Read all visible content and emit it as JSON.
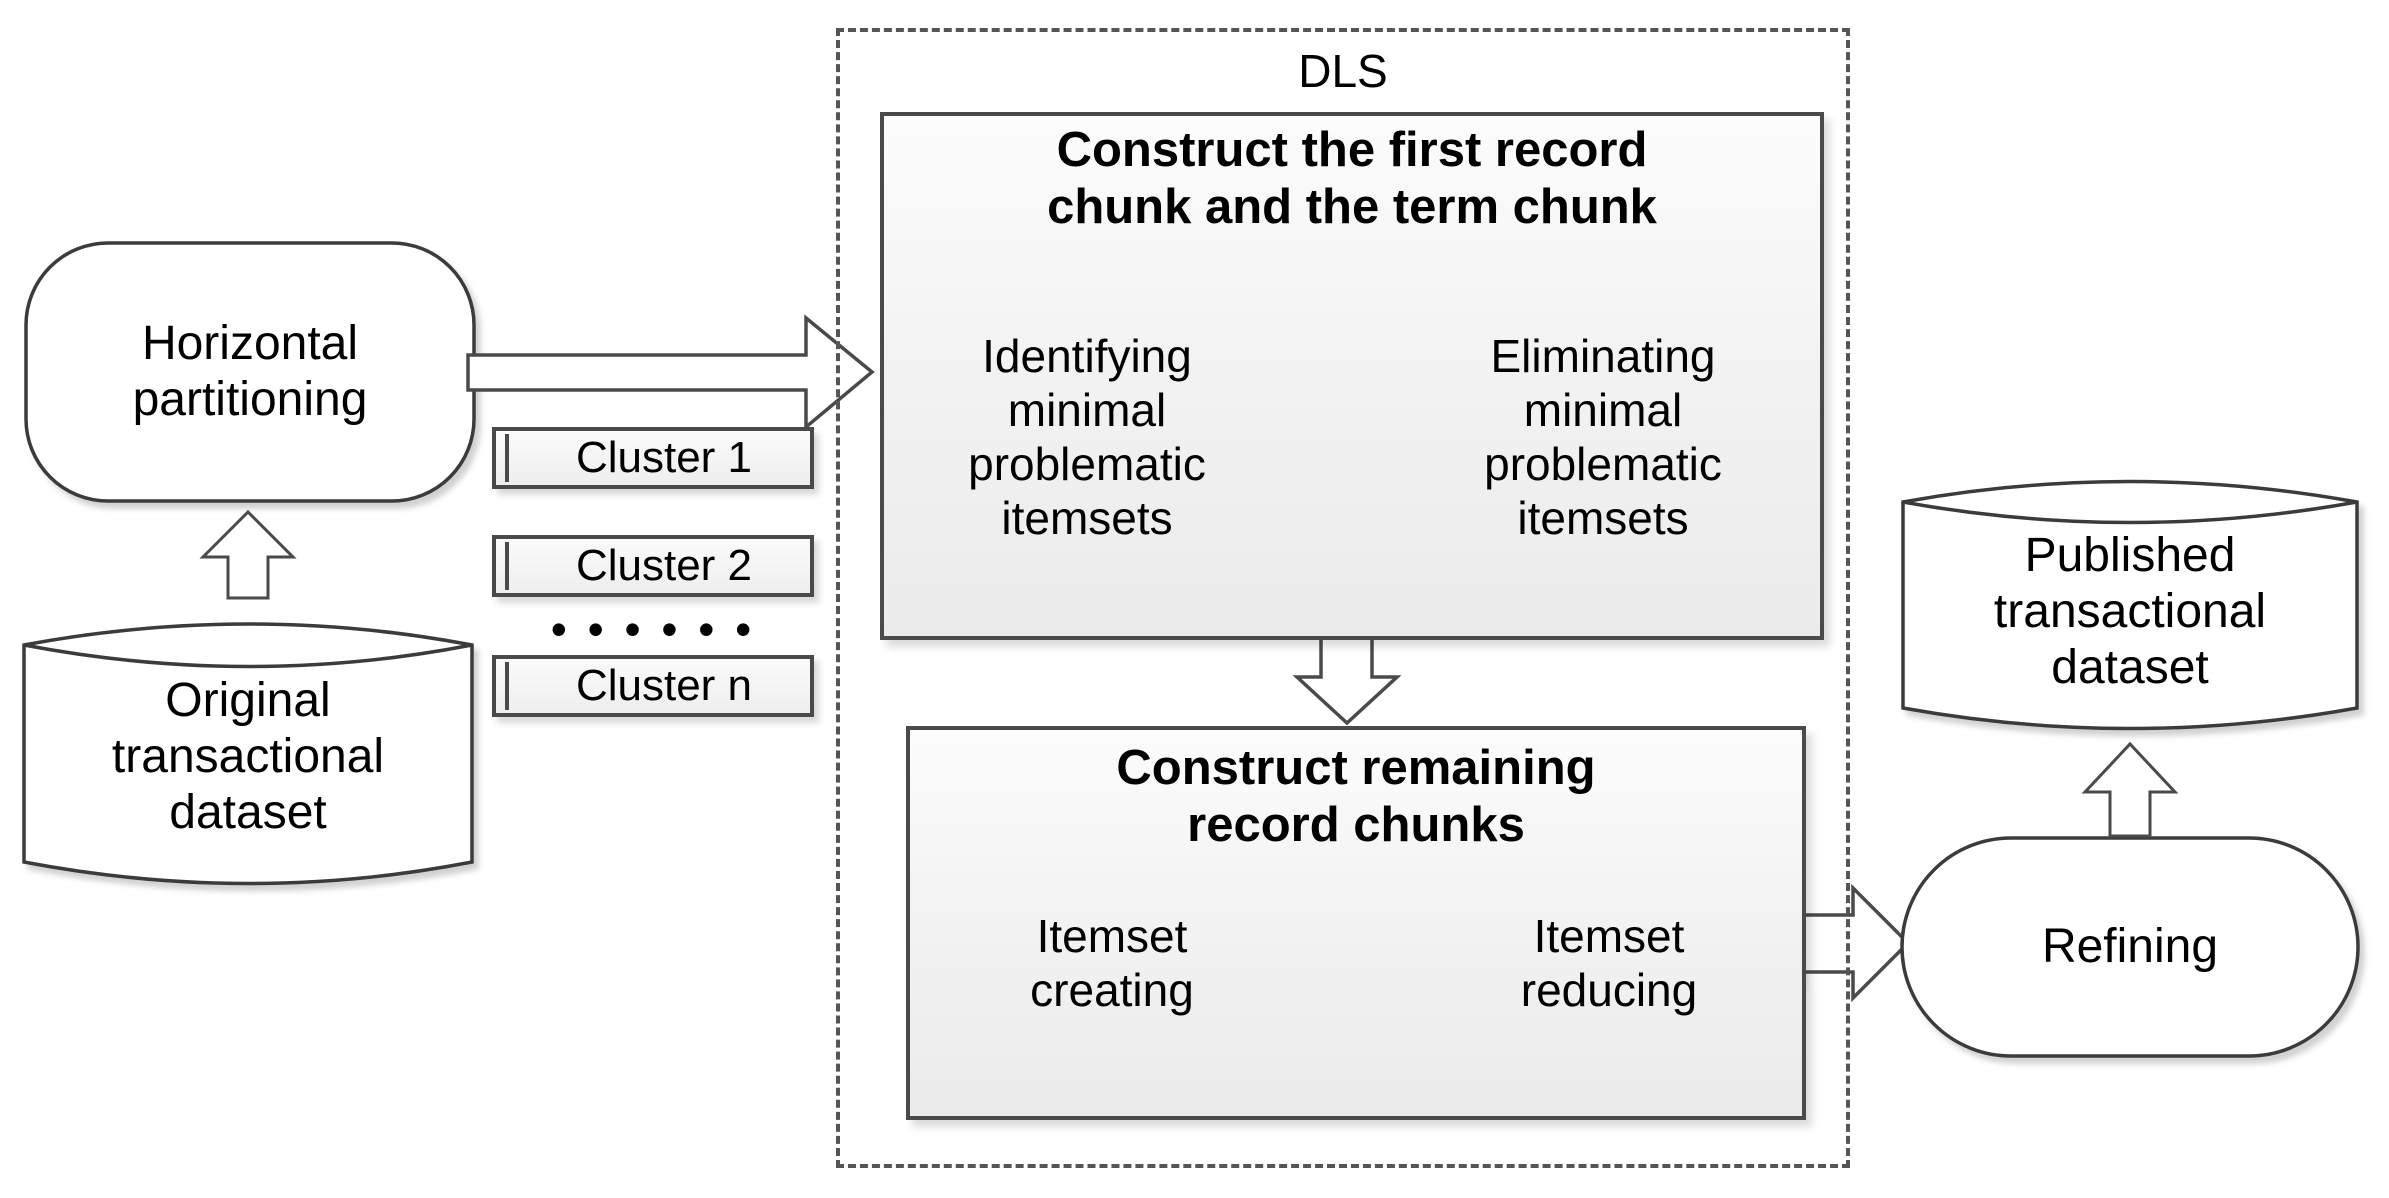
{
  "diagram": {
    "title_label": "DLS",
    "nodes": {
      "original_dataset": "Original\ntransactional\ndataset",
      "horizontal_partitioning": "Horizontal\npartitioning",
      "chunk_one_title": "Construct the first record\nchunk and the term chunk",
      "chunk_two_title": "Construct remaining\nrecord chunks",
      "identifying": "Identifying\nminimal\nproblematic\nitemsets",
      "eliminating": "Eliminating\nminimal\nproblematic\nitemsets",
      "itemset_creating": "Itemset\ncreating",
      "itemset_reducing": "Itemset\nreducing",
      "refining": "Refining",
      "published_dataset": "Published\ntransactional\ndataset"
    },
    "clusters": [
      {
        "label": "Cluster 1"
      },
      {
        "label": "Cluster 2"
      },
      {
        "label": "Cluster n"
      }
    ],
    "cluster_ellipsis": "• • • • • •",
    "colors": {
      "stroke": "#3a3a3a",
      "chunk_fill": "#f0f0f0",
      "cluster_fill": "#f3f3f3",
      "dashed_stroke": "#555555",
      "text": "#000000",
      "background": "#ffffff"
    }
  }
}
